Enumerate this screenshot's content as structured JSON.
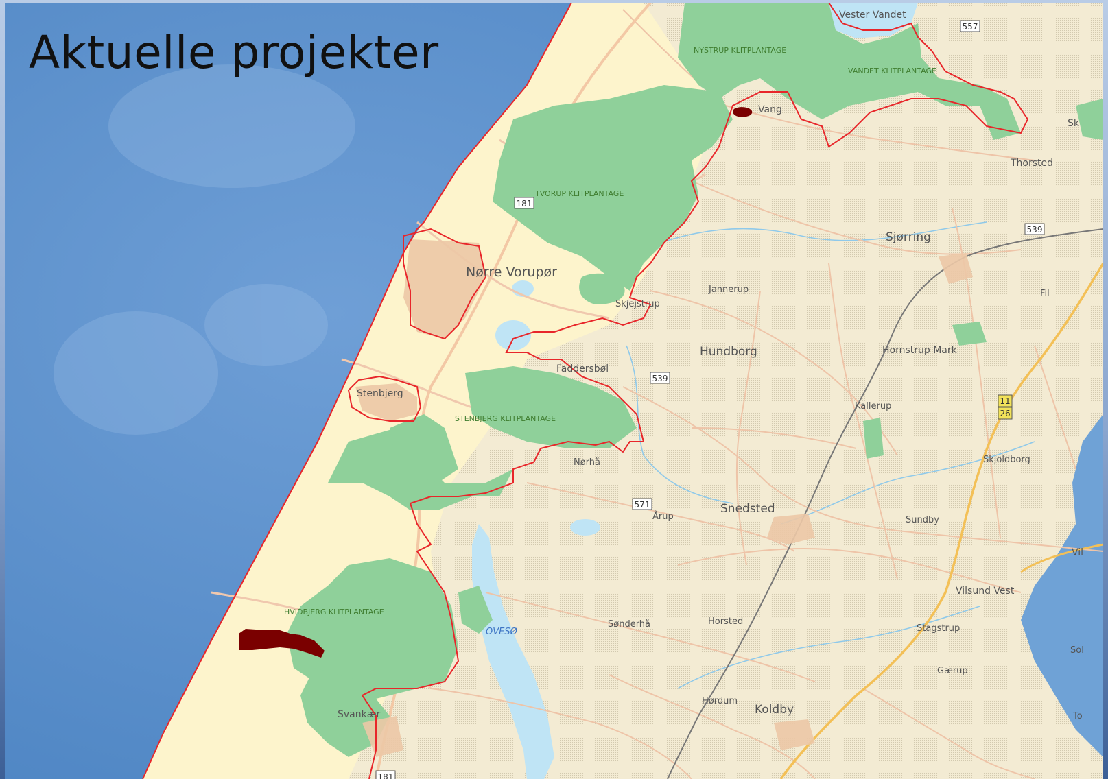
{
  "title": "Aktuelle projekter",
  "map": {
    "colors": {
      "sea": "#5b8ecc",
      "dune": "#fdf4cc",
      "land": "#f3ebd3",
      "forest": "#8fd09a",
      "project_boundary": "#e8262a",
      "project_area": "#7a0000",
      "water": "#bfe4f5",
      "road": "#eec4a8",
      "main_road": "#f3c057",
      "railway": "#777777"
    },
    "place_labels": [
      {
        "name": "Vester Vandet"
      },
      {
        "name": "Vang"
      },
      {
        "name": "Thorsted"
      },
      {
        "name": "Sjørring"
      },
      {
        "name": "Nørre Vorupør"
      },
      {
        "name": "Jannerup"
      },
      {
        "name": "Skjejstrup"
      },
      {
        "name": "Fil"
      },
      {
        "name": "Hundborg"
      },
      {
        "name": "Hornstrup Mark"
      },
      {
        "name": "Faddersbøl"
      },
      {
        "name": "Stenbjerg"
      },
      {
        "name": "Kallerup"
      },
      {
        "name": "Nørhå"
      },
      {
        "name": "Skjoldborg"
      },
      {
        "name": "Snedsted"
      },
      {
        "name": "Årup"
      },
      {
        "name": "Sundby"
      },
      {
        "name": "Vilsund Vest"
      },
      {
        "name": "Sønderhå"
      },
      {
        "name": "Horsted"
      },
      {
        "name": "Stagstrup"
      },
      {
        "name": "Gærup"
      },
      {
        "name": "Hørdum"
      },
      {
        "name": "Koldby"
      },
      {
        "name": "Svankær"
      },
      {
        "name": "Sk"
      },
      {
        "name": "Vil"
      },
      {
        "name": "Sol"
      },
      {
        "name": "To"
      }
    ],
    "forest_labels": [
      {
        "name": "NYSTRUP KLITPLANTAGE"
      },
      {
        "name": "VANDET KLITPLANTAGE"
      },
      {
        "name": "TVORUP KLITPLANTAGE"
      },
      {
        "name": "STENBJERG KLITPLANTAGE"
      },
      {
        "name": "HVIDBJERG KLITPLANTAGE"
      }
    ],
    "water_labels": [
      {
        "name": "OVESØ"
      }
    ],
    "road_shields": [
      {
        "number": "557"
      },
      {
        "number": "181"
      },
      {
        "number": "539"
      },
      {
        "number": "539"
      },
      {
        "number": "571"
      },
      {
        "number": "181"
      },
      {
        "number": "11"
      },
      {
        "number": "26"
      }
    ]
  }
}
